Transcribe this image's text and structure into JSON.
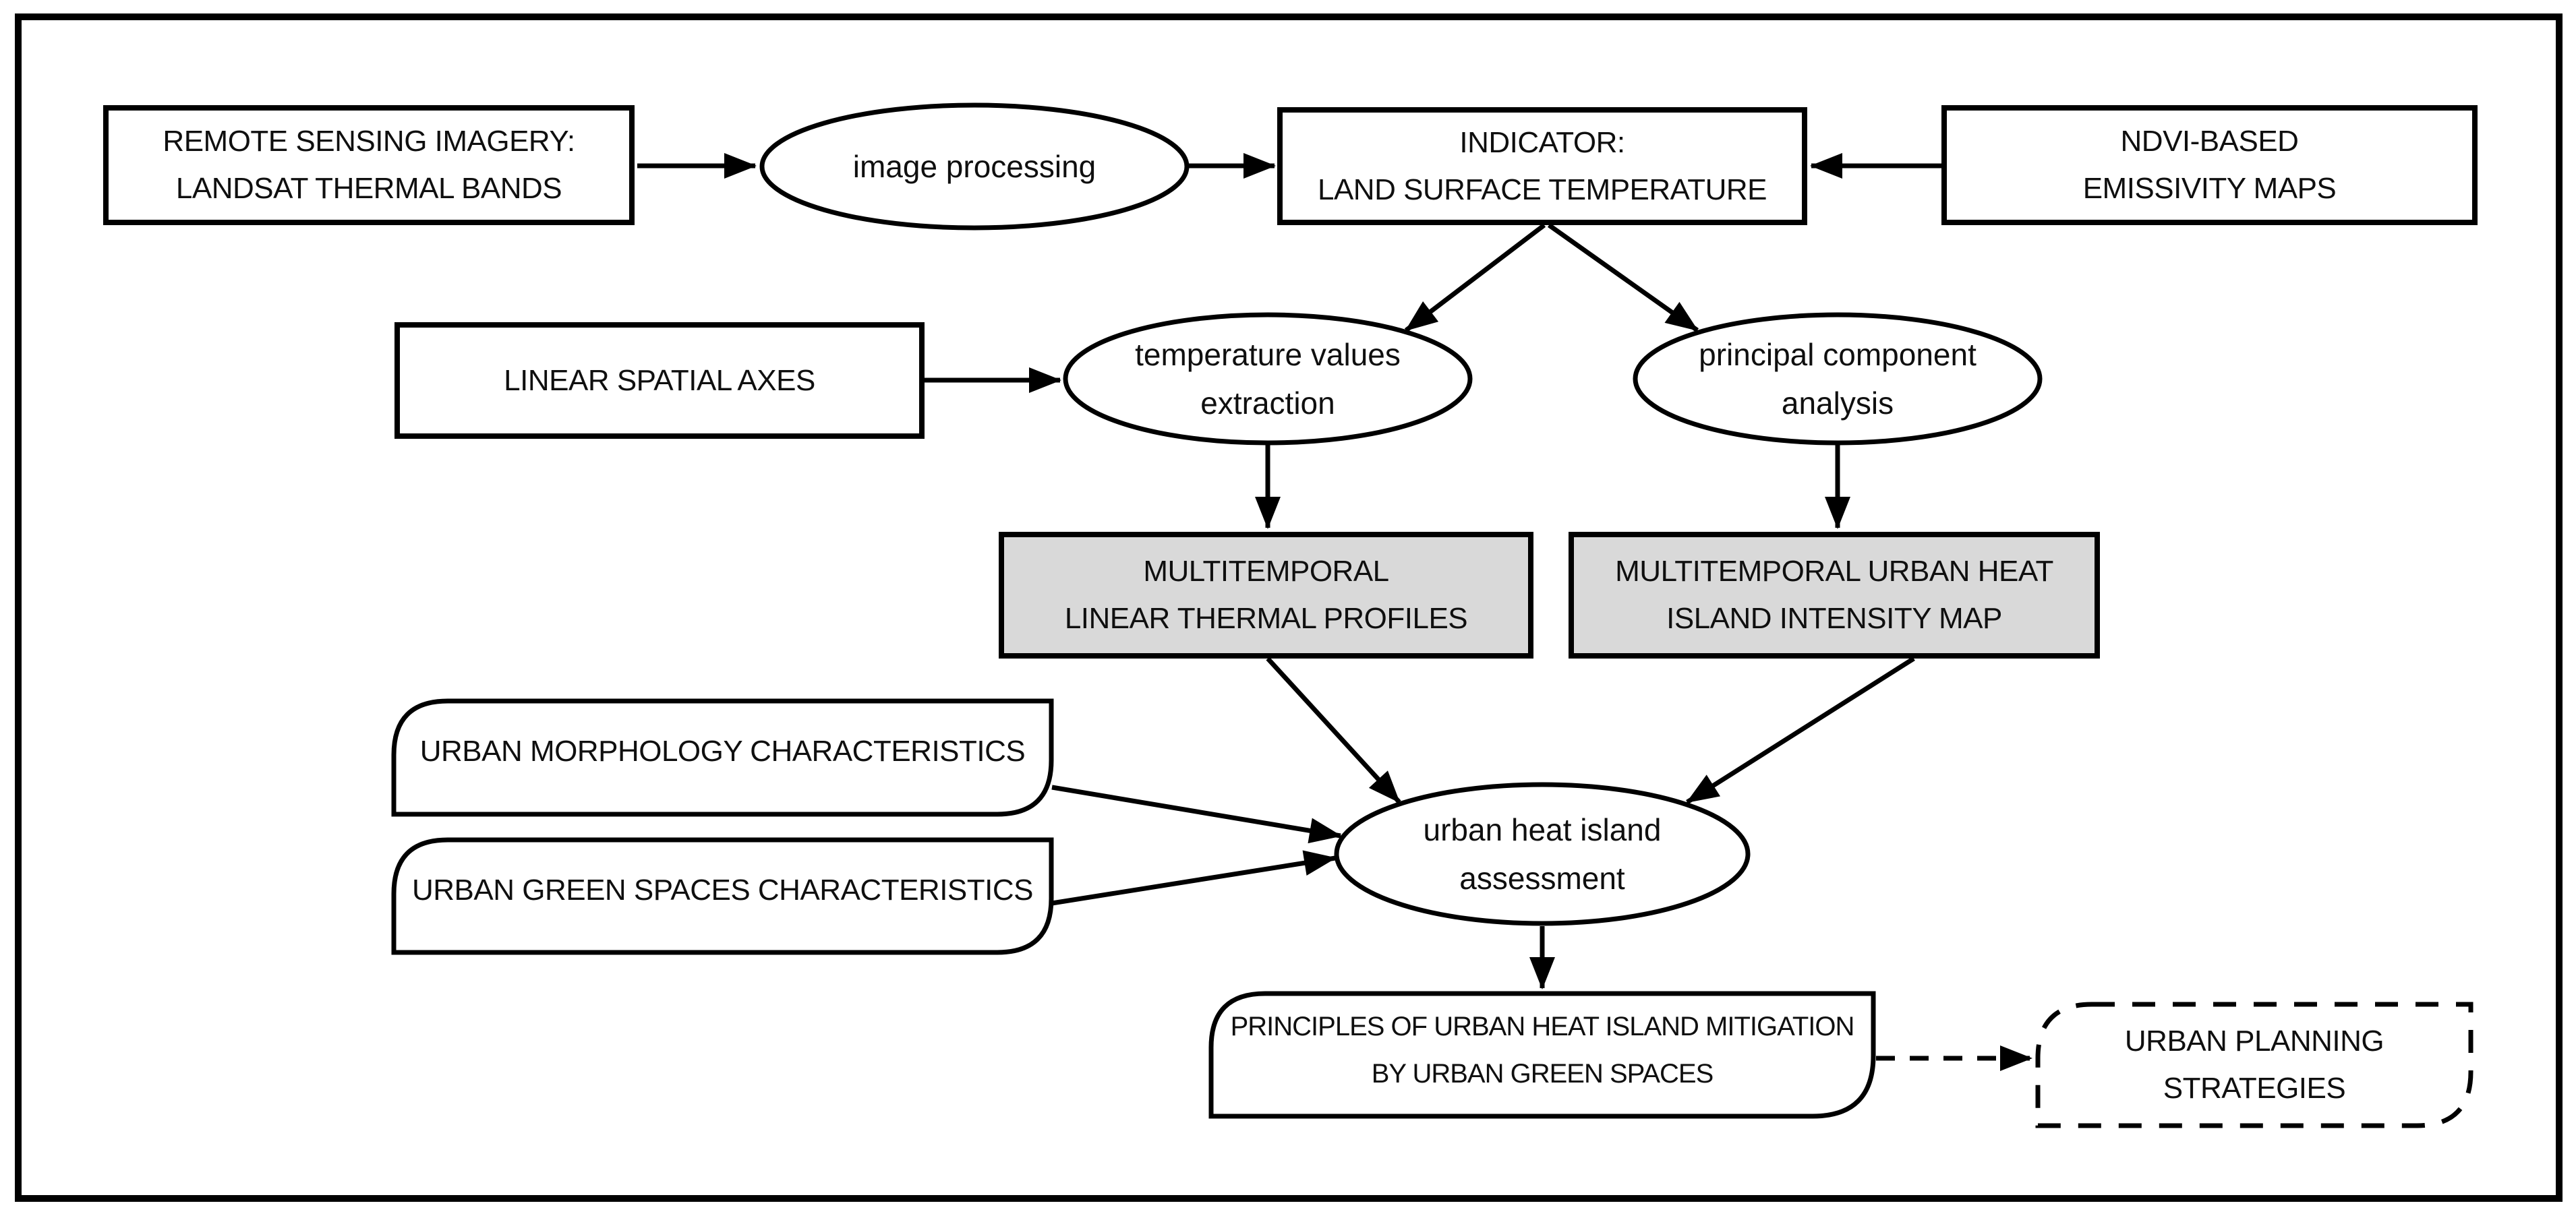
{
  "diagram_type": "flowchart",
  "colors": {
    "background": "#ffffff",
    "stroke": "#000000",
    "text": "#0f0f0f",
    "highlight_fill": "#d9d9d9"
  },
  "nodes": {
    "remote_sensing": {
      "shape": "rectangle",
      "fill": "white",
      "lines": [
        "REMOTE SENSING IMAGERY:",
        "LANDSAT THERMAL BANDS"
      ]
    },
    "image_processing": {
      "shape": "ellipse",
      "fill": "white",
      "lines": [
        "image processing"
      ]
    },
    "indicator": {
      "shape": "rectangle",
      "fill": "white",
      "lines": [
        "INDICATOR:",
        "LAND SURFACE TEMPERATURE"
      ]
    },
    "ndvi_emissivity": {
      "shape": "rectangle",
      "fill": "white",
      "lines": [
        "NDVI-BASED",
        "EMISSIVITY MAPS"
      ]
    },
    "linear_spatial_axes": {
      "shape": "rectangle",
      "fill": "white",
      "lines": [
        "LINEAR SPATIAL AXES"
      ]
    },
    "temperature_extraction": {
      "shape": "ellipse",
      "fill": "white",
      "lines": [
        "temperature values",
        "extraction"
      ]
    },
    "principal_component": {
      "shape": "ellipse",
      "fill": "white",
      "lines": [
        "principal component",
        "analysis"
      ]
    },
    "thermal_profiles": {
      "shape": "rectangle",
      "fill": "gray",
      "lines": [
        "MULTITEMPORAL",
        "LINEAR THERMAL PROFILES"
      ]
    },
    "uhi_intensity_map": {
      "shape": "rectangle",
      "fill": "gray",
      "lines": [
        "MULTITEMPORAL URBAN HEAT",
        "ISLAND INTENSITY MAP"
      ]
    },
    "urban_morphology": {
      "shape": "rounded-card",
      "fill": "white",
      "lines": [
        "URBAN MORPHOLOGY CHARACTERISTICS"
      ]
    },
    "urban_green_spaces": {
      "shape": "rounded-card",
      "fill": "white",
      "lines": [
        "URBAN GREEN SPACES CHARACTERISTICS"
      ]
    },
    "uhi_assessment": {
      "shape": "ellipse",
      "fill": "white",
      "lines": [
        "urban heat island",
        "assessment"
      ]
    },
    "mitigation_principles": {
      "shape": "rounded-card",
      "fill": "white",
      "lines": [
        "PRINCIPLES OF URBAN HEAT ISLAND MITIGATION",
        "BY URBAN GREEN SPACES"
      ]
    },
    "planning_strategies": {
      "shape": "rounded-card-dashed",
      "fill": "white",
      "lines": [
        "URBAN PLANNING",
        "STRATEGIES"
      ]
    }
  },
  "connections": [
    {
      "from": "remote_sensing",
      "to": "image_processing",
      "style": "solid"
    },
    {
      "from": "image_processing",
      "to": "indicator",
      "style": "solid"
    },
    {
      "from": "ndvi_emissivity",
      "to": "indicator",
      "style": "solid"
    },
    {
      "from": "indicator",
      "to": "temperature_extraction",
      "style": "solid"
    },
    {
      "from": "indicator",
      "to": "principal_component",
      "style": "solid"
    },
    {
      "from": "linear_spatial_axes",
      "to": "temperature_extraction",
      "style": "solid"
    },
    {
      "from": "temperature_extraction",
      "to": "thermal_profiles",
      "style": "solid"
    },
    {
      "from": "principal_component",
      "to": "uhi_intensity_map",
      "style": "solid"
    },
    {
      "from": "thermal_profiles",
      "to": "uhi_assessment",
      "style": "solid"
    },
    {
      "from": "uhi_intensity_map",
      "to": "uhi_assessment",
      "style": "solid"
    },
    {
      "from": "urban_morphology",
      "to": "uhi_assessment",
      "style": "solid"
    },
    {
      "from": "urban_green_spaces",
      "to": "uhi_assessment",
      "style": "solid"
    },
    {
      "from": "uhi_assessment",
      "to": "mitigation_principles",
      "style": "solid"
    },
    {
      "from": "mitigation_principles",
      "to": "planning_strategies",
      "style": "dashed"
    }
  ]
}
